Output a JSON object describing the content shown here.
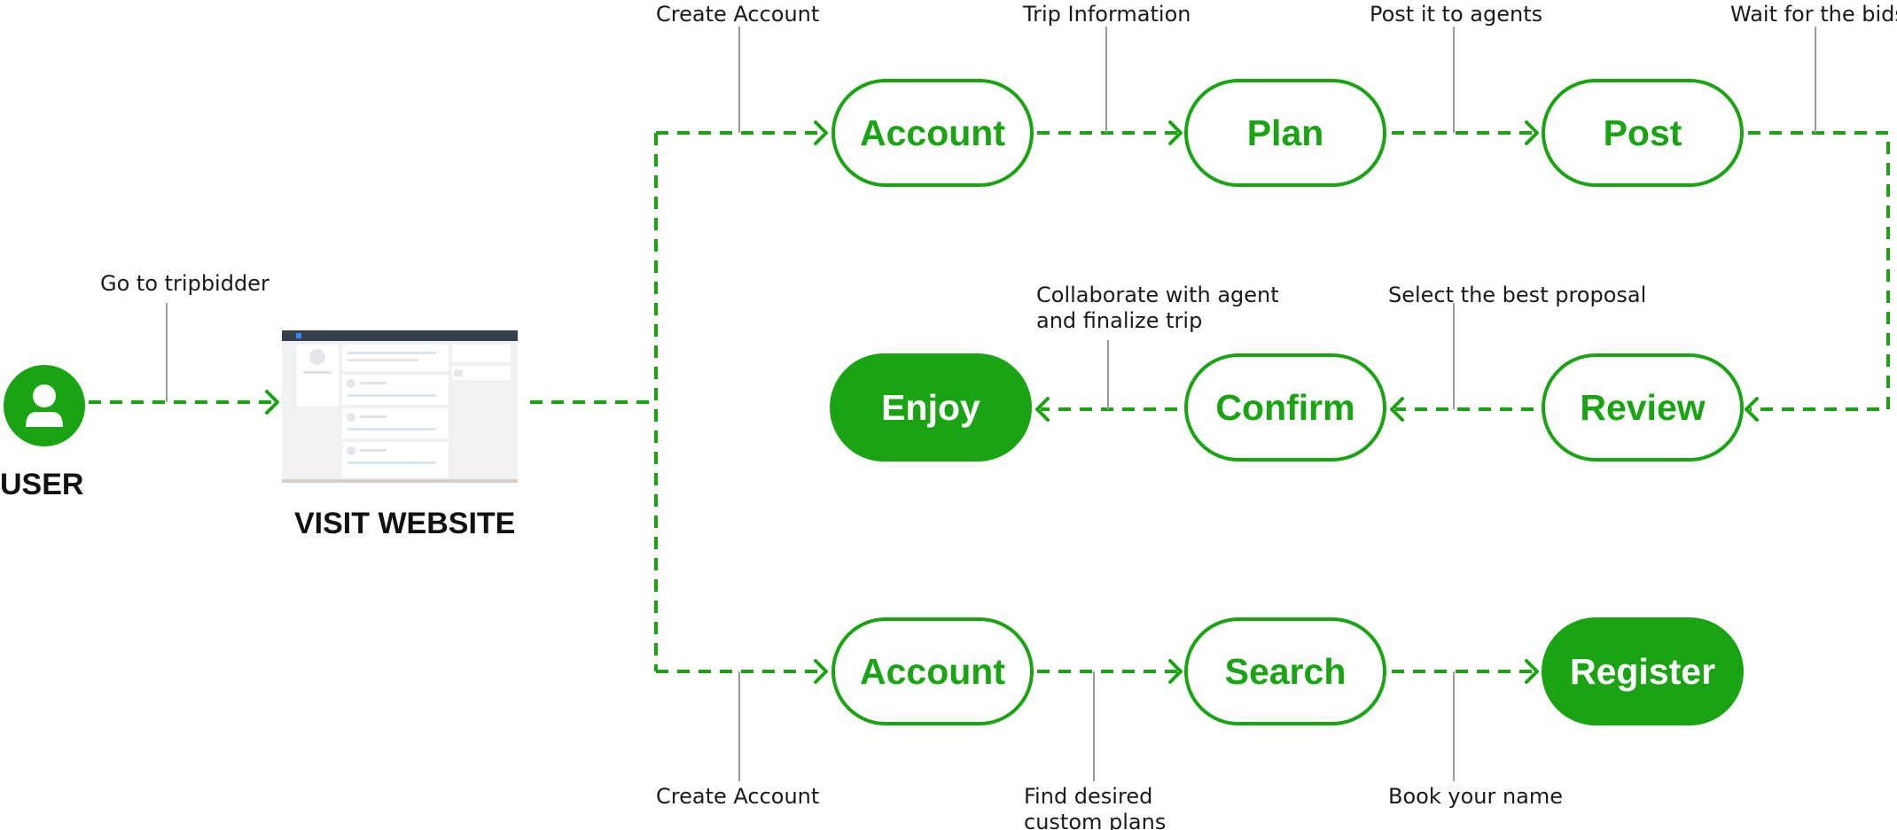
{
  "colors": {
    "accent": "#1aa313",
    "text": "#1a1a1a",
    "leader": "#9a9a9a"
  },
  "user": {
    "label": "USER",
    "icon": "user-icon"
  },
  "website": {
    "label": "VISIT WEBSITE",
    "icon": "website-screenshot-thumbnail"
  },
  "annotations": {
    "go_to": "Go to tripbidder",
    "create_account_top": "Create Account",
    "trip_information": "Trip Information",
    "post_to_agents": "Post it to agents",
    "wait_for_bids": "Wait for the bids",
    "collaborate_line1": "Collaborate with agent",
    "collaborate_line2": "and finalize trip",
    "select_best": "Select the best proposal",
    "create_account_bottom": "Create Account",
    "find_line1": "Find desired",
    "find_line2": "custom plans",
    "book_name": "Book your name"
  },
  "nodes": {
    "account_top": "Account",
    "plan": "Plan",
    "post": "Post",
    "enjoy": "Enjoy",
    "confirm": "Confirm",
    "review": "Review",
    "account_bottom": "Account",
    "search": "Search",
    "register": "Register"
  }
}
